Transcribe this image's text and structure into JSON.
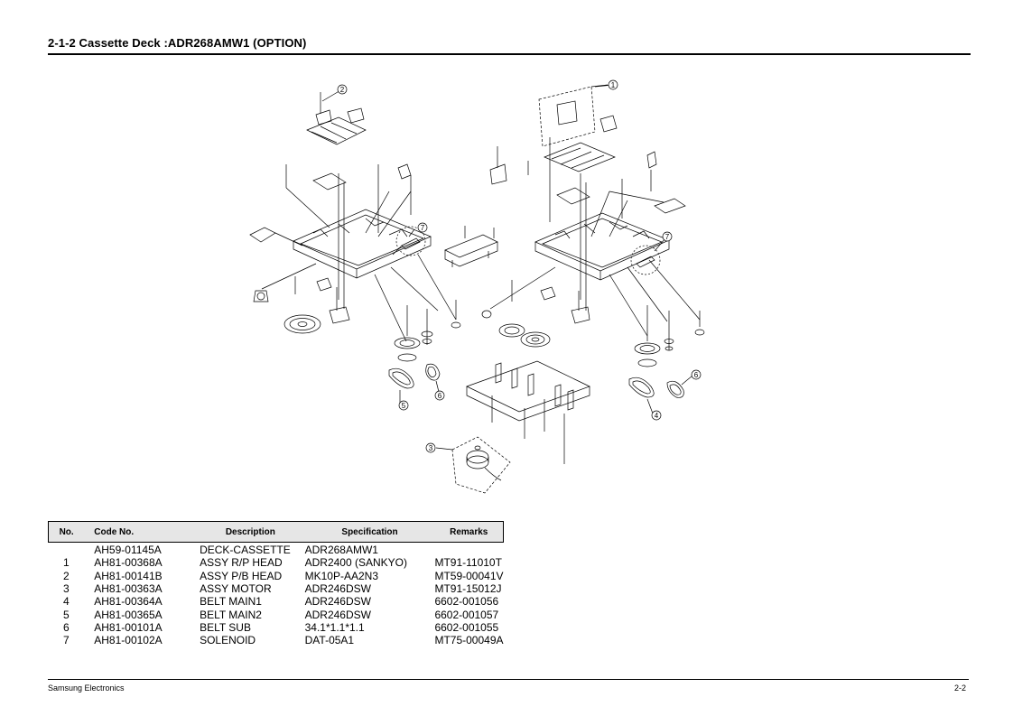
{
  "header": {
    "title": "2-1-2  Cassette Deck :ADR268AMW1 (OPTION)"
  },
  "diagram": {
    "callouts": [
      "1",
      "2",
      "3",
      "4",
      "5",
      "6",
      "6",
      "7",
      "7"
    ]
  },
  "table": {
    "headers": [
      "No.",
      "Code No.",
      "Description",
      "Specification",
      "Remarks"
    ],
    "rows": [
      {
        "no": "",
        "code": "AH59-01145A",
        "desc": "DECK-CASSETTE",
        "spec": "ADR268AMW1",
        "remarks": ""
      },
      {
        "no": "1",
        "code": "AH81-00368A",
        "desc": "ASSY R/P HEAD",
        "spec": "ADR2400 (SANKYO)",
        "remarks": "MT91-11010T"
      },
      {
        "no": "2",
        "code": "AH81-00141B",
        "desc": "ASSY P/B HEAD",
        "spec": "MK10P-AA2N3",
        "remarks": "MT59-00041V"
      },
      {
        "no": "3",
        "code": "AH81-00363A",
        "desc": "ASSY MOTOR",
        "spec": "ADR246DSW",
        "remarks": "MT91-15012J"
      },
      {
        "no": "4",
        "code": "AH81-00364A",
        "desc": "BELT MAIN1",
        "spec": "ADR246DSW",
        "remarks": "6602-001056"
      },
      {
        "no": "5",
        "code": "AH81-00365A",
        "desc": "BELT MAIN2",
        "spec": "ADR246DSW",
        "remarks": "6602-001057"
      },
      {
        "no": "6",
        "code": "AH81-00101A",
        "desc": "BELT SUB",
        "spec": "34.1*1.1*1.1",
        "remarks": "6602-001055"
      },
      {
        "no": "7",
        "code": "AH81-00102A",
        "desc": "SOLENOID",
        "spec": "DAT-05A1",
        "remarks": "MT75-00049A"
      }
    ]
  },
  "footer": {
    "company": "Samsung Electronics",
    "page": "2-2"
  }
}
